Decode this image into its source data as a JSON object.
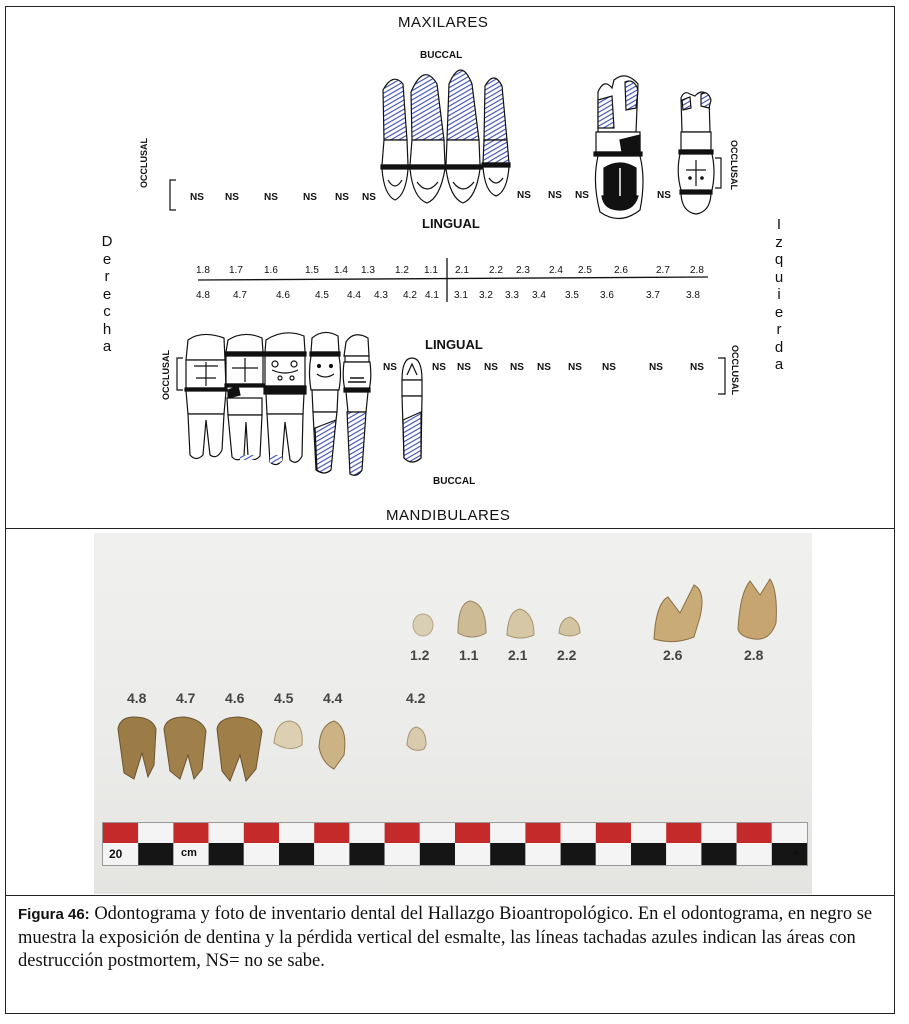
{
  "odontogram": {
    "upper_title": "MAXILARES",
    "lower_title": "MANDIBULARES",
    "buccal_upper": "BUCCAL",
    "buccal_lower": "BUCCAL",
    "lingual_upper": "LINGUAL",
    "lingual_lower": "LINGUAL",
    "occlusal": "OCCLUSAL",
    "side_right": "Derecha",
    "side_left": "Izquierda",
    "ns": "NS",
    "upper_numbers": [
      "1.8",
      "1.7",
      "1.6",
      "1.5",
      "1.4",
      "1.3",
      "1.2",
      "1.1",
      "2.1",
      "2.2",
      "2.3",
      "2.4",
      "2.5",
      "2.6",
      "2.7",
      "2.8"
    ],
    "lower_numbers": [
      "4.8",
      "4.7",
      "4.6",
      "4.5",
      "4.4",
      "4.3",
      "4.2",
      "4.1",
      "3.1",
      "3.2",
      "3.3",
      "3.4",
      "3.5",
      "3.6",
      "3.7",
      "3.8"
    ],
    "colors": {
      "hatch": "#3b4db0",
      "dentin": "#000000"
    }
  },
  "photo": {
    "upper_labels": [
      "1.2",
      "1.1",
      "2.1",
      "2.2",
      "2.6",
      "2.8"
    ],
    "lower_labels": [
      "4.8",
      "4.7",
      "4.6",
      "4.5",
      "4.4",
      "4.2"
    ],
    "scale_label": "20",
    "scale_unit": "cm"
  },
  "caption": {
    "label": "Figura 46:",
    "text": "Odontograma y foto de inventario dental del Hallazgo Bioantropológico. En el odontograma, en negro se muestra la exposición de dentina y la pérdida vertical del esmalte, las líneas tachadas azules indican las áreas con destrucción postmortem, NS= no se sabe."
  }
}
